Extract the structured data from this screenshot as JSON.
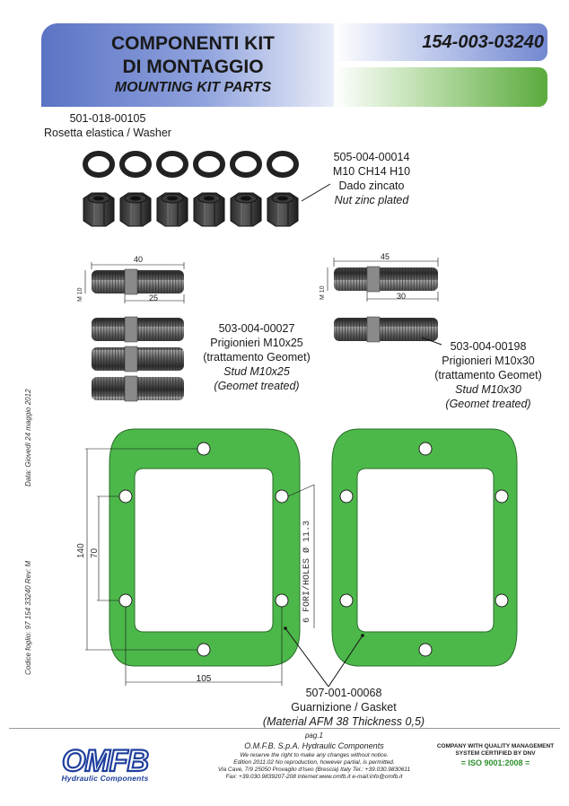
{
  "header": {
    "title_line1": "COMPONENTI KIT",
    "title_line2": "DI MONTAGGIO",
    "title_en": "MOUNTING KIT PARTS",
    "code": "154-003-03240"
  },
  "parts": {
    "washer": {
      "code": "501-018-00105",
      "desc": "Rosetta elastica / Washer"
    },
    "nut": {
      "code": "505-004-00014",
      "spec": "M10 CH14 H10",
      "desc_it": "Dado zincato",
      "desc_en": "Nut  zinc plated"
    },
    "stud25": {
      "code": "503-004-00027",
      "desc_it1": "Prigionieri M10x25",
      "desc_it2": "(trattamento Geomet)",
      "desc_en1": "Stud M10x25",
      "desc_en2": "(Geomet treated)"
    },
    "stud30": {
      "code": "503-004-00198",
      "desc_it1": "Prigionieri M10x30",
      "desc_it2": "(trattamento Geomet)",
      "desc_en1": "Stud M10x30",
      "desc_en2": "(Geomet treated)"
    },
    "gasket": {
      "code": "507-001-00068",
      "desc": "Guarnizione / Gasket",
      "material": "(Material AFM 38 Thickness 0,5)"
    }
  },
  "dimensions": {
    "stud25_total": "40",
    "stud25_thread": "25",
    "stud25_dia": "M 10",
    "stud30_total": "45",
    "stud30_thread": "30",
    "stud30_dia": "M 10",
    "gasket_height": "140",
    "gasket_inner": "70",
    "gasket_width": "105",
    "gasket_holes": "6 FORI/HOLES Ø 11.3"
  },
  "side": {
    "date": "Data: Giovedì 24 maggio 2012",
    "sheet": "Codice foglio: 97 154 33240   Rev: M"
  },
  "footer": {
    "page": "pag.1",
    "company": "O.M.F.B. S.p.A. Hydraulic Components",
    "note1": "We reserve the right to make any changes without notice.",
    "note2": "Edition 2011.02 No reproduction, however partial, is permitted.",
    "address": "Via Cave, 7/9 25050 Provaglio d'Iseo (Brescia) Italy Tel.: +39.030.9830611",
    "contacts": "Fax: +39.030.9839207-208 Internet:www.omfb.it e-mail:info@omfb.it",
    "logo": "OMFB",
    "logo_sub": "Hydraulic Components",
    "quality1": "COMPANY WITH QUALITY MANAGEMENT",
    "quality2": "SYSTEM CERTIFIED BY DNV",
    "quality3": "= ISO 9001:2008 ="
  },
  "colors": {
    "gasket_green": "#4cb84a",
    "header_blue": "#5b73c4",
    "header_green": "#5aab3c",
    "logo_blue": "#1f3f9c"
  }
}
